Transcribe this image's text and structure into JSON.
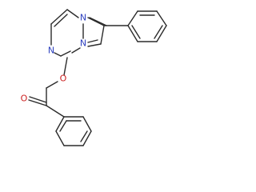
{
  "diagram": {
    "type": "chemical-structure",
    "atom_labels": {
      "n_imidazole": "N",
      "n_bridgehead": "N",
      "n_pyrimidine": "N",
      "o_ether": "O",
      "o_carbonyl": "O"
    },
    "colors": {
      "bond": "#2b2b2b",
      "nitrogen": "#2c3fbf",
      "oxygen": "#cc2020"
    }
  }
}
